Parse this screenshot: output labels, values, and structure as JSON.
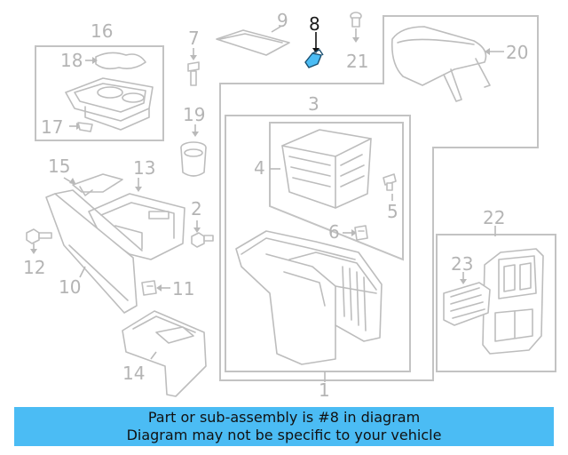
{
  "caption": {
    "line1": "Part or sub-assembly is #8 in diagram",
    "line2": "Diagram may not be specific to your vehicle"
  },
  "highlight_color": "#4bbcf4",
  "highlighted_callout": "8",
  "callouts": {
    "c1": "1",
    "c2": "2",
    "c3": "3",
    "c4": "4",
    "c5": "5",
    "c6": "6",
    "c7": "7",
    "c8": "8",
    "c9": "9",
    "c10": "10",
    "c11": "11",
    "c12": "12",
    "c13": "13",
    "c14": "14",
    "c15": "15",
    "c16": "16",
    "c17": "17",
    "c18": "18",
    "c19": "19",
    "c20": "20",
    "c21": "21",
    "c22": "22",
    "c23": "23"
  }
}
